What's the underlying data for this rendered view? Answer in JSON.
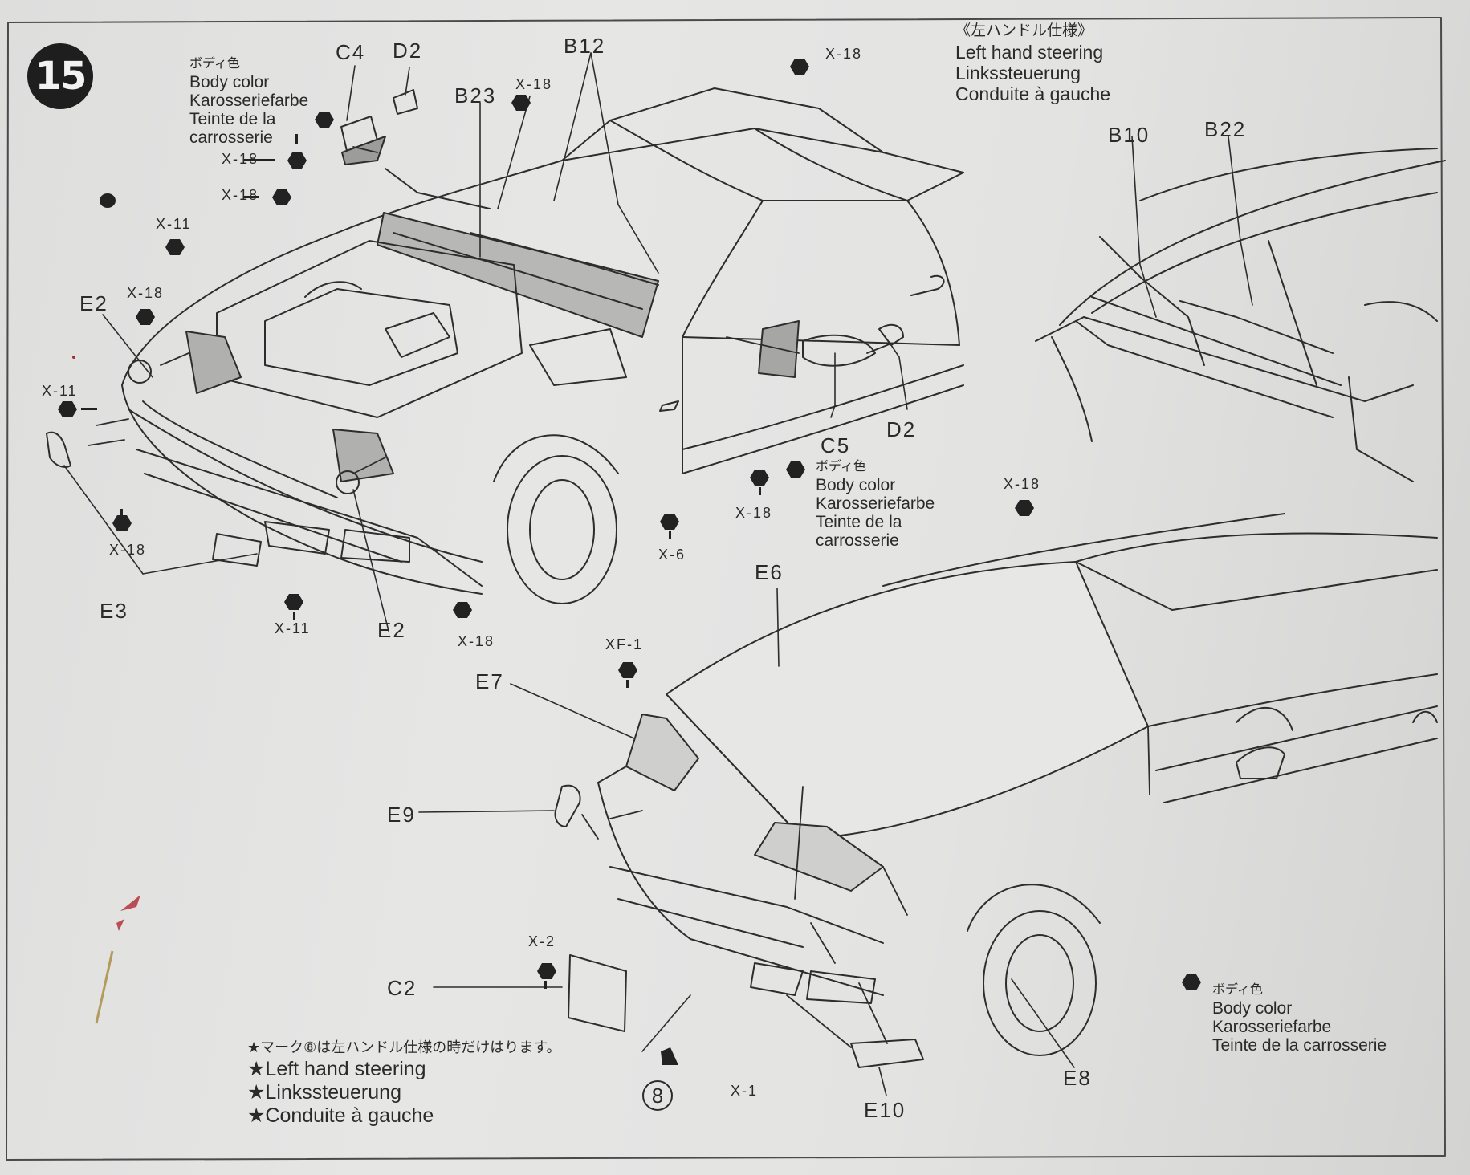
{
  "step_number": "15",
  "body_color_note": {
    "jp": "ボディ色",
    "en": "Body color",
    "de": "Karosseriefarbe",
    "fr_1": "Teinte de la",
    "fr_2": "carrosserie"
  },
  "body_color_note_bottom": {
    "jp": "ボディ色",
    "en": "Body color",
    "de": "Karosseriefarbe",
    "fr": "Teinte de la carrosserie"
  },
  "lhd_heading": {
    "jp": "《左ハンドル仕様》",
    "en": "Left hand steering",
    "de": "Linkssteuerung",
    "fr": "Conduite à gauche"
  },
  "footnote": {
    "jp": "★マーク⑧は左ハンドル仕様の時だけはります。",
    "en": "★Left hand steering",
    "de": "★Linkssteuerung",
    "fr": "★Conduite à gauche"
  },
  "mark": "8",
  "parts": {
    "c4": "C4",
    "d2_top": "D2",
    "b12": "B12",
    "b23": "B23",
    "e2_left": "E2",
    "e2_right": "E2",
    "e3": "E3",
    "c5": "C5",
    "d2_mirror": "D2",
    "b10": "B10",
    "b22": "B22",
    "e6": "E6",
    "e7": "E7",
    "e9": "E9",
    "c2": "C2",
    "e8": "E8",
    "e10": "E10"
  },
  "screws": {
    "x18_c4": "X-18",
    "x18_hood_l": "X-18",
    "x18_wiper": "X-18",
    "x18_roof": "X-18",
    "x11_top": "X-11",
    "x18_e2": "X-18",
    "x11_side": "X-11",
    "x18_bumper": "X-18",
    "x11_bottom": "X-11",
    "x18_bottom": "X-18",
    "x6": "X-6",
    "x18_mirror": "X-18",
    "x18_hood": "X-18",
    "xf1": "XF-1",
    "x2": "X-2",
    "x1": "X-1"
  }
}
